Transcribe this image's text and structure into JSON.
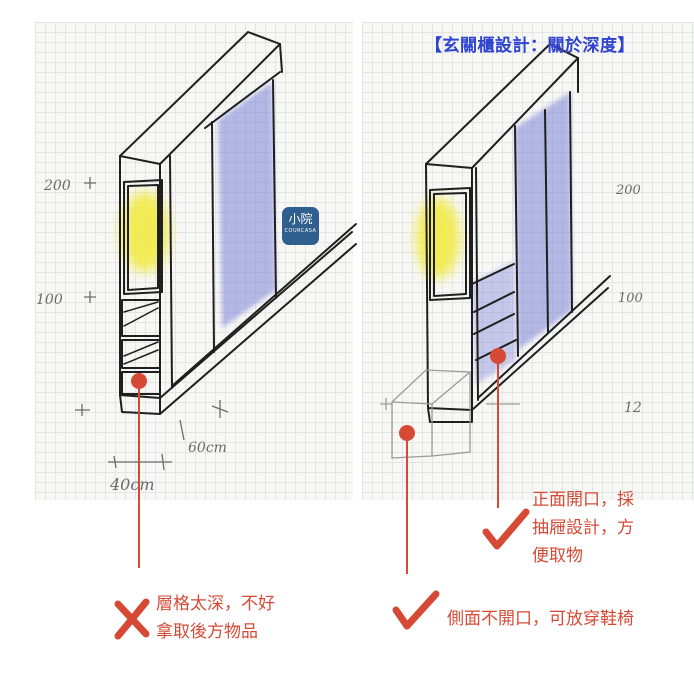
{
  "title": "【玄關櫃設計：關於深度】",
  "badge": {
    "main": "小院",
    "sub": "COURCASA"
  },
  "sketch_left": {
    "marks": {
      "m200": "200",
      "m100": "100",
      "depth": "60cm",
      "width": "40cm"
    }
  },
  "sketch_right": {
    "marks": {
      "m200": "200",
      "m100": "100",
      "m12": "12"
    }
  },
  "captions": {
    "bad": [
      "層格太深，不好",
      "拿取後方物品"
    ],
    "front": [
      "正面開口，採",
      "抽屜設計，方",
      "便取物"
    ],
    "side": "側面不開口，可放穿鞋椅"
  },
  "colors": {
    "title": "#2e43cf",
    "annotation": "#d64a35",
    "wardrobe": "#7b83d6",
    "highlight": "#f1ea3a",
    "badge": "#2f5f8f"
  },
  "icons": [
    "cross-mark-icon",
    "check-mark-icon",
    "check-mark-icon"
  ]
}
